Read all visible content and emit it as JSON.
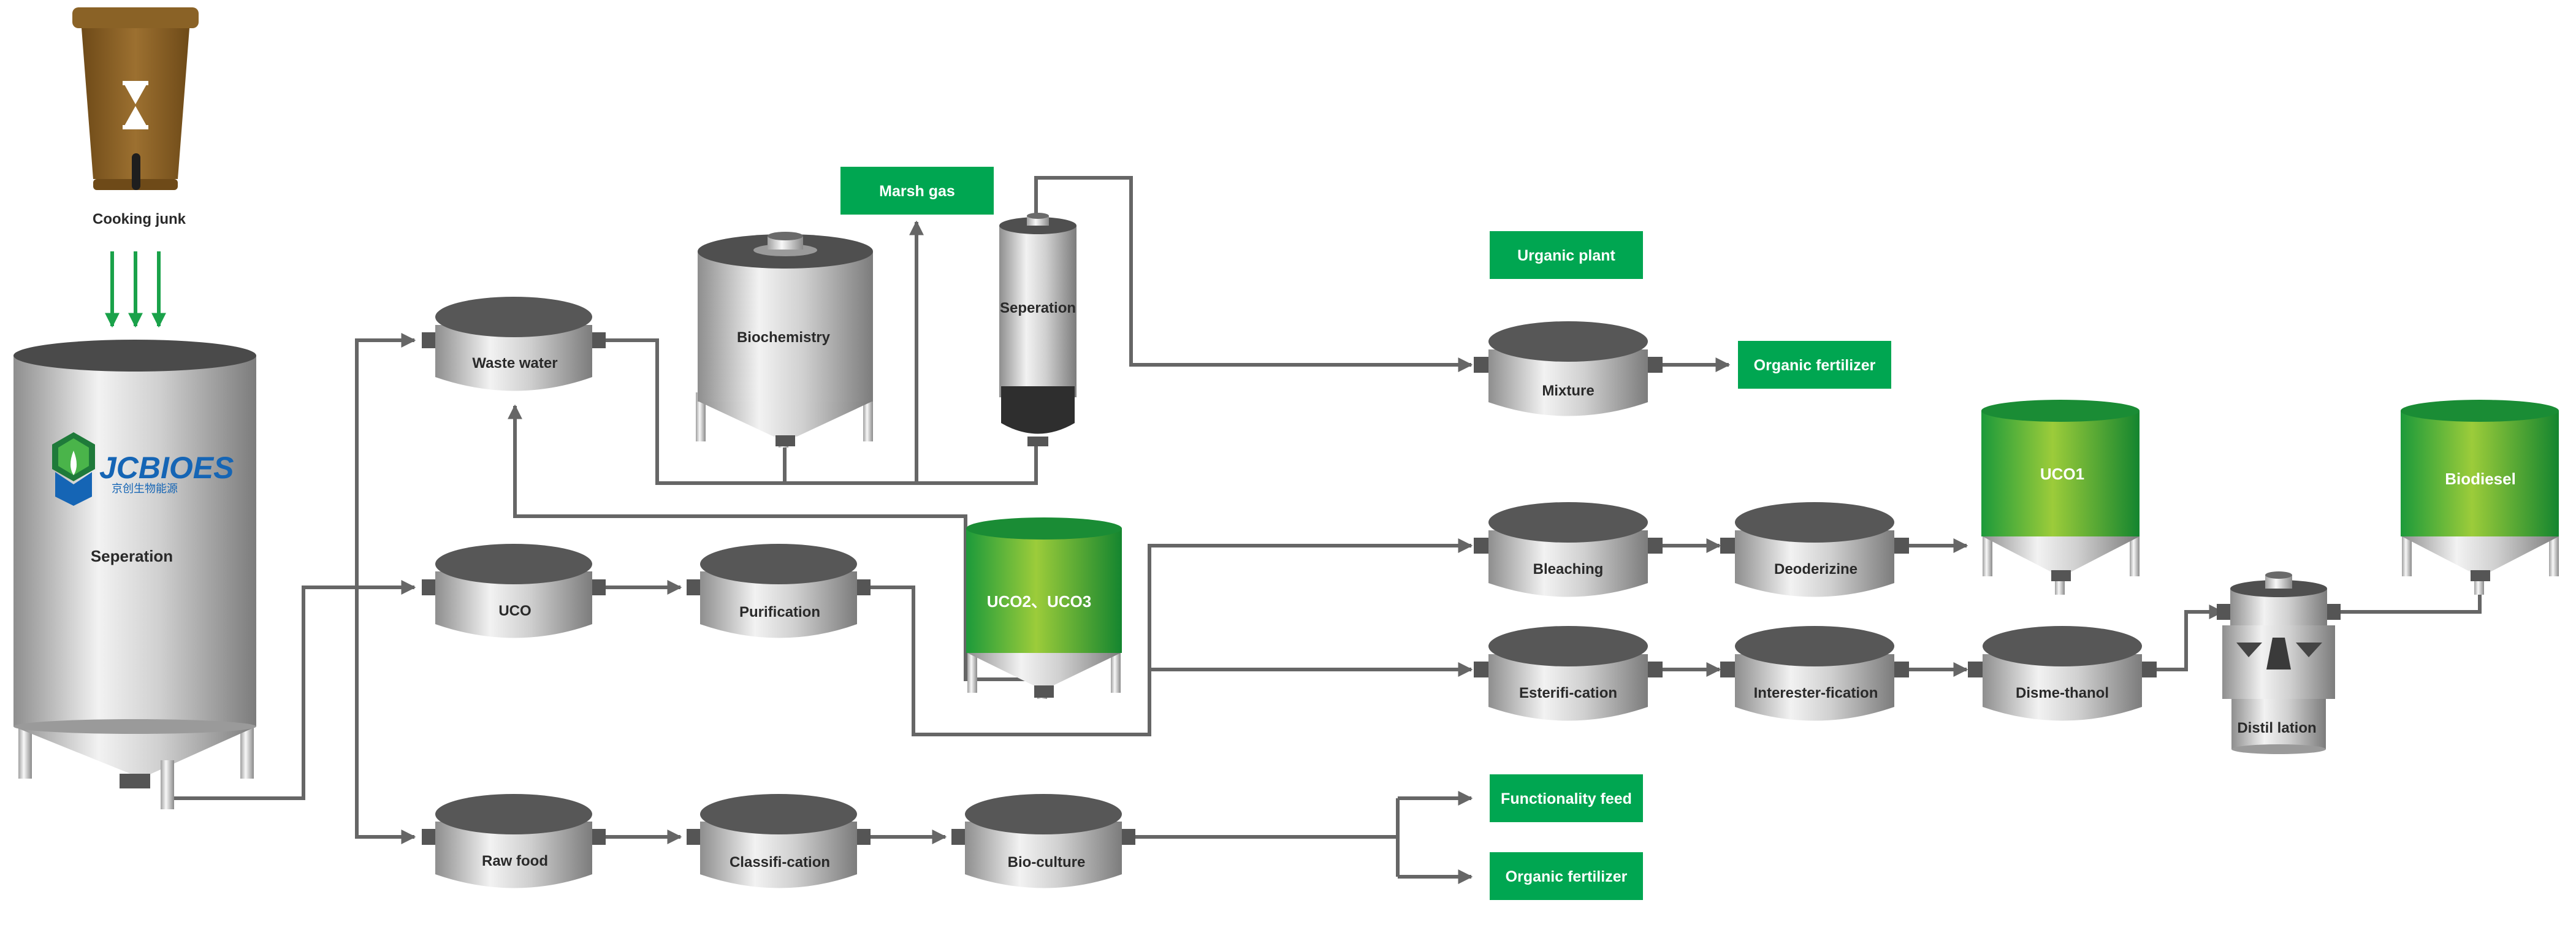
{
  "colors": {
    "green": "#00a651",
    "pipe": "#666666",
    "steel": "#b8b8b8",
    "bin": "#8a6226"
  },
  "icons": {
    "bin": "compost-bin-icon",
    "logo": "jcbioes-logo-icon"
  },
  "labels": {
    "cooking_junk": "Cooking junk",
    "seperation_main": "Seperation",
    "logo_brand": "JCBIOES",
    "logo_cn": "京创生物能源",
    "waste_water": "Waste water",
    "biochemistry": "Biochemistry",
    "marsh_gas": "Marsh gas",
    "seperation_small": "Seperation",
    "urganic_plant": "Urganic plant",
    "mixture": "Mixture",
    "organic_fertilizer_1": "Organic fertilizer",
    "uco": "UCO",
    "purification": "Purification",
    "uco23": "UCO2、UCO3",
    "bleaching": "Bleaching",
    "deoderizine": "Deoderizine",
    "uco1": "UCO1",
    "biodiesel": "Biodiesel",
    "esterification": "Esterifi-cation",
    "interesterification": "Interester-fication",
    "dismethanol": "Disme-thanol",
    "distillation": "Distil lation",
    "raw_food": "Raw food",
    "classification": "Classifi-cation",
    "bioculture": "Bio-culture",
    "functionality_feed": "Functionality feed",
    "organic_fertilizer_2": "Organic fertilizer"
  }
}
